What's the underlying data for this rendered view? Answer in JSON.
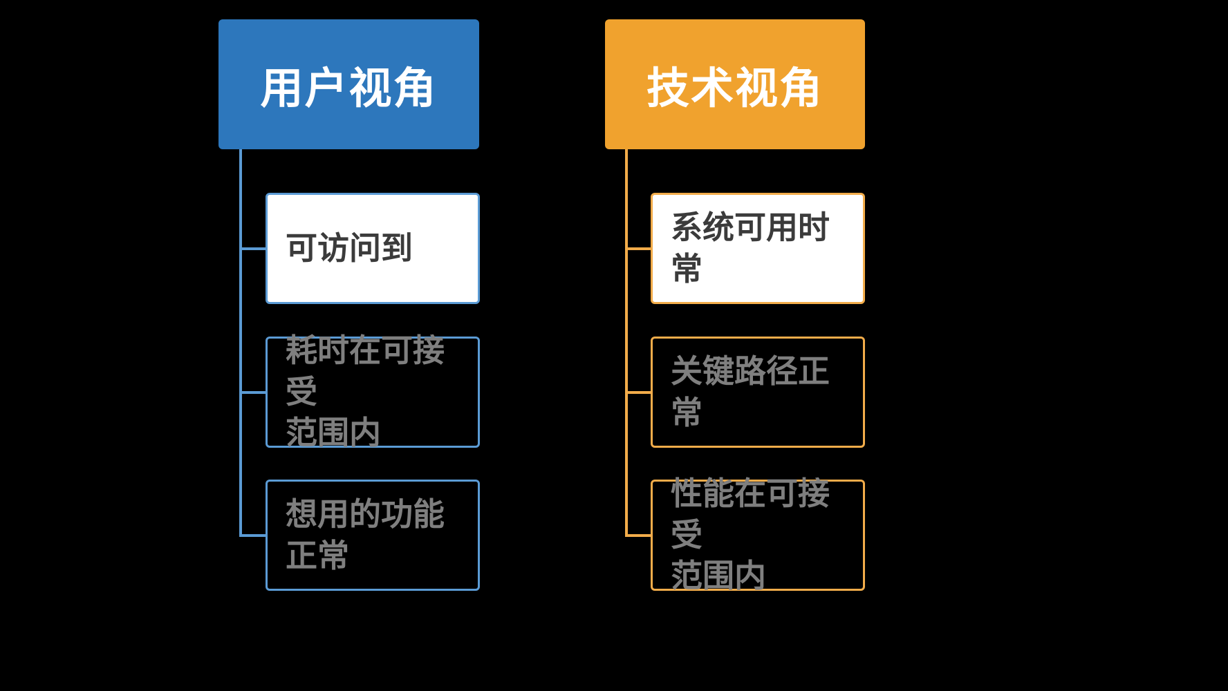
{
  "colors": {
    "background": "#000000",
    "blue_fill": "#2d77bc",
    "blue_line": "#5b9bd5",
    "orange_fill": "#f0a22e",
    "orange_line": "#f2ac4a",
    "white_fill": "#ffffff",
    "dark_text": "#3b3b3b",
    "gray_text": "#7f7f7f",
    "header_text": "#ffffff"
  },
  "trees": [
    {
      "id": "user-perspective",
      "header": "用户视角",
      "children": [
        {
          "label": "可访问到",
          "highlighted": true
        },
        {
          "label": "耗时在可接受\n范围内",
          "highlighted": false
        },
        {
          "label": "想用的功能\n正常",
          "highlighted": false
        }
      ]
    },
    {
      "id": "tech-perspective",
      "header": "技术视角",
      "children": [
        {
          "label": "系统可用时常",
          "highlighted": true
        },
        {
          "label": "关键路径正常",
          "highlighted": false
        },
        {
          "label": "性能在可接受\n范围内",
          "highlighted": false
        }
      ]
    }
  ]
}
